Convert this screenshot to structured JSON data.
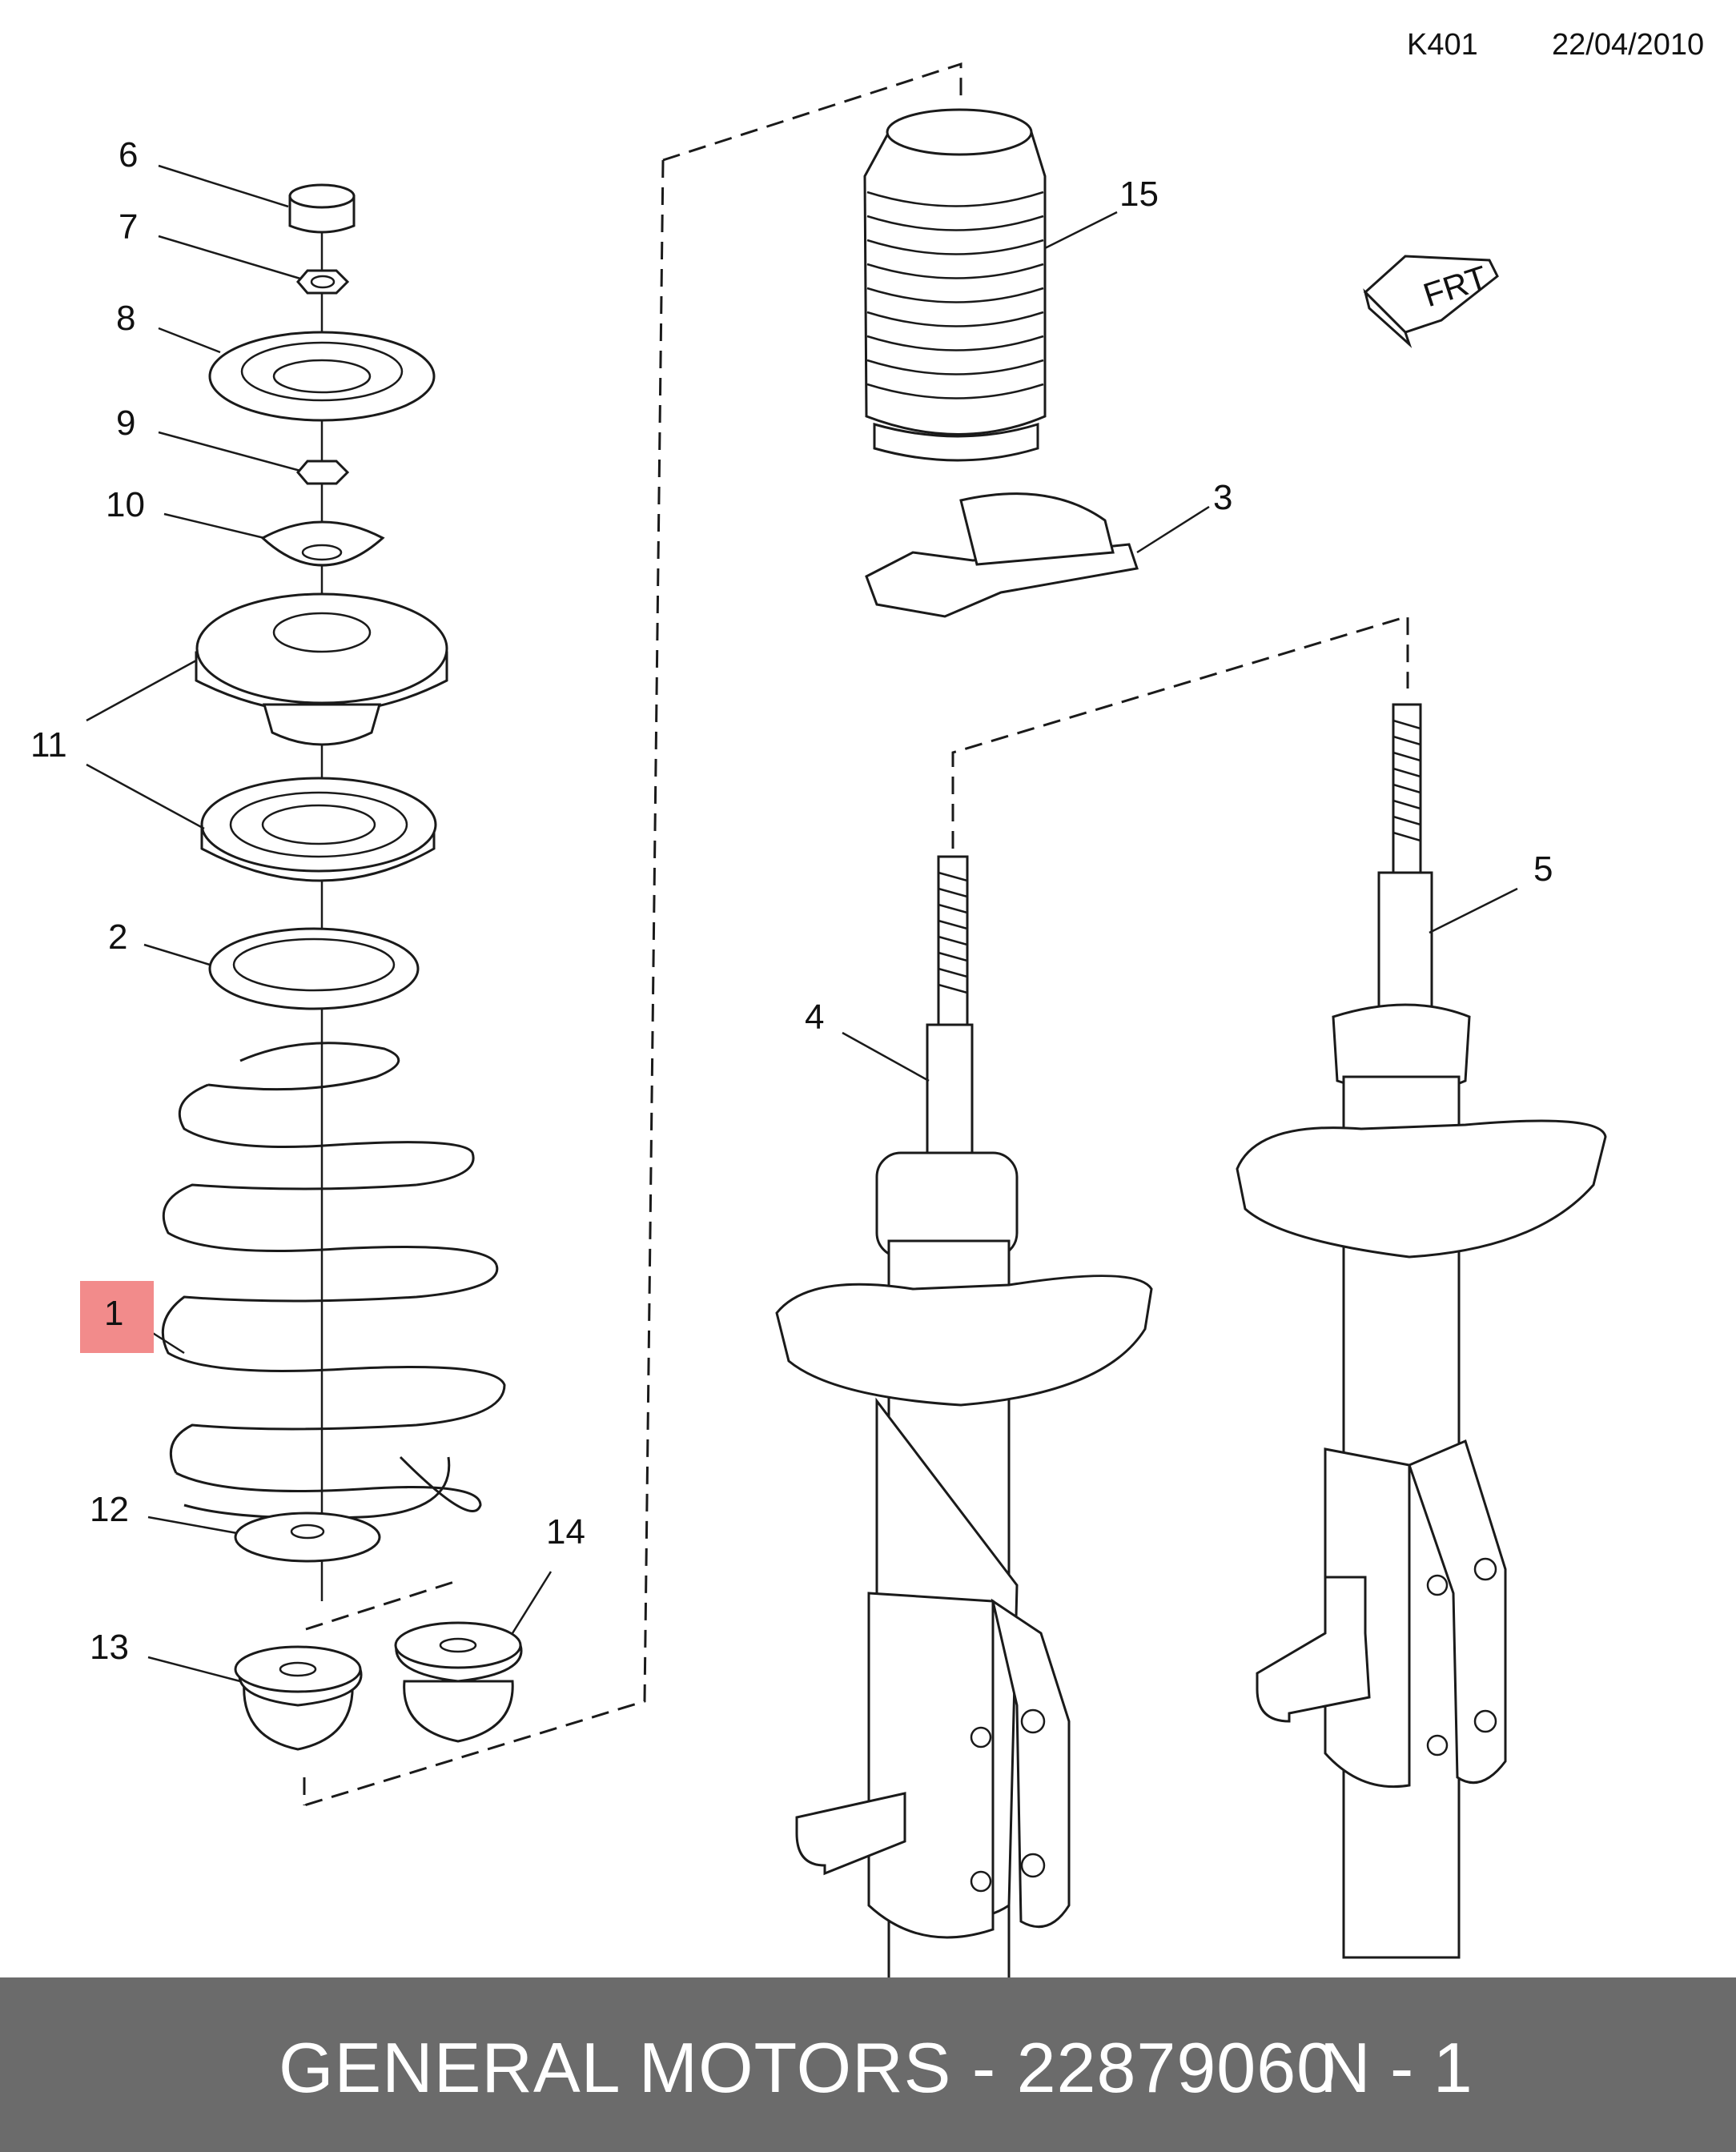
{
  "header": {
    "code": "K401",
    "date": "22/04/2010"
  },
  "callouts": {
    "c1": "1",
    "c2": "2",
    "c3": "3",
    "c4": "4",
    "c5": "5",
    "c6": "6",
    "c7": "7",
    "c8": "8",
    "c9": "9",
    "c10": "10",
    "c11": "11",
    "c12": "12",
    "c13": "13",
    "c14": "14",
    "c15": "15"
  },
  "direction_marker": "FRT",
  "highlight": {
    "callout": "1",
    "color": "#f28b8b"
  },
  "footer": {
    "brand": "GENERAL MOTORS - 22879060",
    "note": "N - 1"
  }
}
